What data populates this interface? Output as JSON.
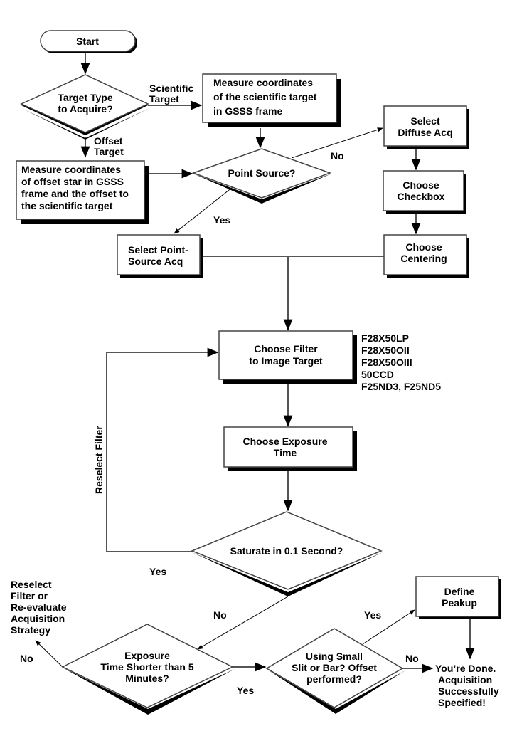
{
  "diagram": {
    "start": "Start",
    "nodes": {
      "target_type": [
        "Target Type",
        "to Acquire?"
      ],
      "measure_sci": [
        "Measure coordinates",
        "of the scientific target",
        "in GSSS frame"
      ],
      "measure_offset": [
        "Measure coordinates",
        "of offset star in GSSS",
        "frame and the offset to",
        "the scientific target"
      ],
      "point_source": [
        "Point Source?"
      ],
      "diffuse_acq": [
        "Select",
        "Diffuse Acq"
      ],
      "checkbox": [
        "Choose",
        "Checkbox"
      ],
      "centering": [
        "Choose",
        "Centering"
      ],
      "point_acq": [
        "Select Point-",
        "Source Acq"
      ],
      "choose_filter": [
        "Choose Filter",
        "to Image Target"
      ],
      "exposure_time": [
        "Choose Exposure",
        "Time"
      ],
      "saturate": [
        "Saturate in 0.1 Second?"
      ],
      "exposure_short": [
        "Exposure",
        "Time Shorter than 5",
        "Minutes?"
      ],
      "small_slit": [
        "Using Small",
        "Slit or Bar? Offset",
        "performed?"
      ],
      "peakup": [
        "Define",
        "Peakup"
      ],
      "done": [
        "You’re Done.",
        "Acquisition",
        "Successfully",
        "Specified!"
      ],
      "reselect_strategy": [
        "Reselect",
        "Filter or",
        "Re-evaluate",
        "Acquisition",
        "Strategy"
      ]
    },
    "filters": [
      "F28X50LP",
      "F28X50OII",
      "F28X50OIII",
      "50CCD",
      "F25ND3, F25ND5"
    ],
    "edge_labels": {
      "scientific_target": [
        "Scientific",
        "Target"
      ],
      "offset_target": [
        "Offset",
        "Target"
      ],
      "point_no": "No",
      "point_yes": "Yes",
      "reselect_filter": "Reselect Filter",
      "saturate_yes": "Yes",
      "saturate_no": "No",
      "exposure_no": "No",
      "exposure_yes": "Yes",
      "slit_yes": "Yes",
      "slit_no": "No"
    }
  }
}
